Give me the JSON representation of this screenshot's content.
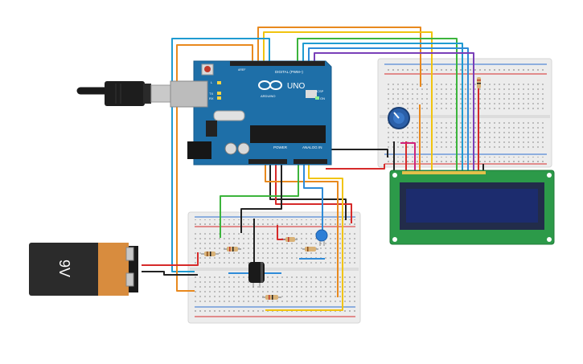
{
  "board": {
    "brand": "ARDUINO",
    "model": "UNO",
    "digital_header": "DIGITAL (PWM~)",
    "power_header": "POWER",
    "analog_header": "ANALOG IN",
    "icsp_label": "ICSP",
    "aref_label": "AREF",
    "led_l_label": "L",
    "led_tx_label": "TX",
    "led_rx_label": "RX",
    "on_label": "ON"
  },
  "battery": {
    "label": "9V"
  },
  "colors": {
    "wire_orange": "#e8891e",
    "wire_yellow": "#f1c40f",
    "wire_green": "#3cb43c",
    "wire_blue": "#2e8bd8",
    "wire_purple": "#7a3fb8",
    "wire_red": "#d62a2a",
    "wire_black": "#222222",
    "wire_teal": "#1f9bd1",
    "arduino": "#1e6fa8",
    "lcd_pcb": "#2c9a49",
    "lcd_screen": "#1c2c6e",
    "battery_body": "#2b2b2b",
    "battery_cap": "#d88c3e"
  },
  "icons": {
    "usb": "usb-plug-icon",
    "reset": "reset-button-icon",
    "pot": "potentiometer-icon"
  }
}
